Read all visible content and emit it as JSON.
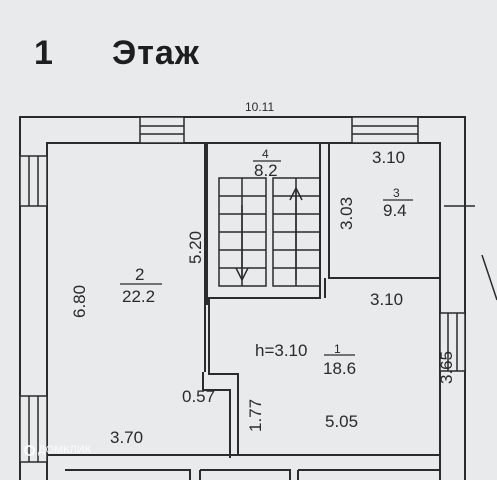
{
  "floor": {
    "number": "1",
    "label": "Этаж"
  },
  "dimensions": {
    "overall_width": "10.11",
    "room3_width": "3.10",
    "room3_height": "3.03",
    "stair_height": "5.20",
    "room2_height": "6.80",
    "room1_width_top": "3.10",
    "room1_height": "3.65",
    "step_a": "0.57",
    "step_b": "1.77",
    "room1_width_bottom": "5.05",
    "room2_width": "3.70"
  },
  "rooms": [
    {
      "id": "2",
      "area": "22.2"
    },
    {
      "id": "4",
      "area": "8.2"
    },
    {
      "id": "3",
      "area": "9.4"
    },
    {
      "id": "1",
      "area": "18.6"
    }
  ],
  "ceiling_height": "h=3.10",
  "watermark": "ДОМКЛИК",
  "colors": {
    "wall": "#2b2b2b",
    "paper": "#e9eaec"
  }
}
